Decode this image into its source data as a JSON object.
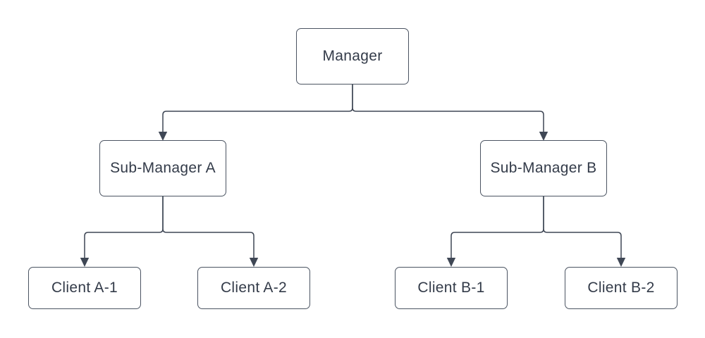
{
  "diagram": {
    "type": "org-chart",
    "nodes": [
      {
        "id": "manager",
        "label": "Manager"
      },
      {
        "id": "sub-manager-a",
        "label": "Sub-Manager A"
      },
      {
        "id": "sub-manager-b",
        "label": "Sub-Manager B"
      },
      {
        "id": "client-a1",
        "label": "Client A-1"
      },
      {
        "id": "client-a2",
        "label": "Client A-2"
      },
      {
        "id": "client-b1",
        "label": "Client B-1"
      },
      {
        "id": "client-b2",
        "label": "Client B-2"
      }
    ],
    "edges": [
      {
        "from": "manager",
        "to": "sub-manager-a",
        "arrow": "filled-triangle"
      },
      {
        "from": "manager",
        "to": "sub-manager-b",
        "arrow": "filled-triangle"
      },
      {
        "from": "sub-manager-a",
        "to": "client-a1",
        "arrow": "filled-triangle"
      },
      {
        "from": "sub-manager-a",
        "to": "client-a2",
        "arrow": "filled-triangle"
      },
      {
        "from": "sub-manager-b",
        "to": "client-b1",
        "arrow": "filled-triangle"
      },
      {
        "from": "sub-manager-b",
        "to": "client-b2",
        "arrow": "filled-triangle"
      }
    ],
    "colors": {
      "background": "#ffffff",
      "node_fill": "#ffffff",
      "node_border": "#4b5462",
      "connector": "#3f4755",
      "text": "#333b49"
    }
  }
}
